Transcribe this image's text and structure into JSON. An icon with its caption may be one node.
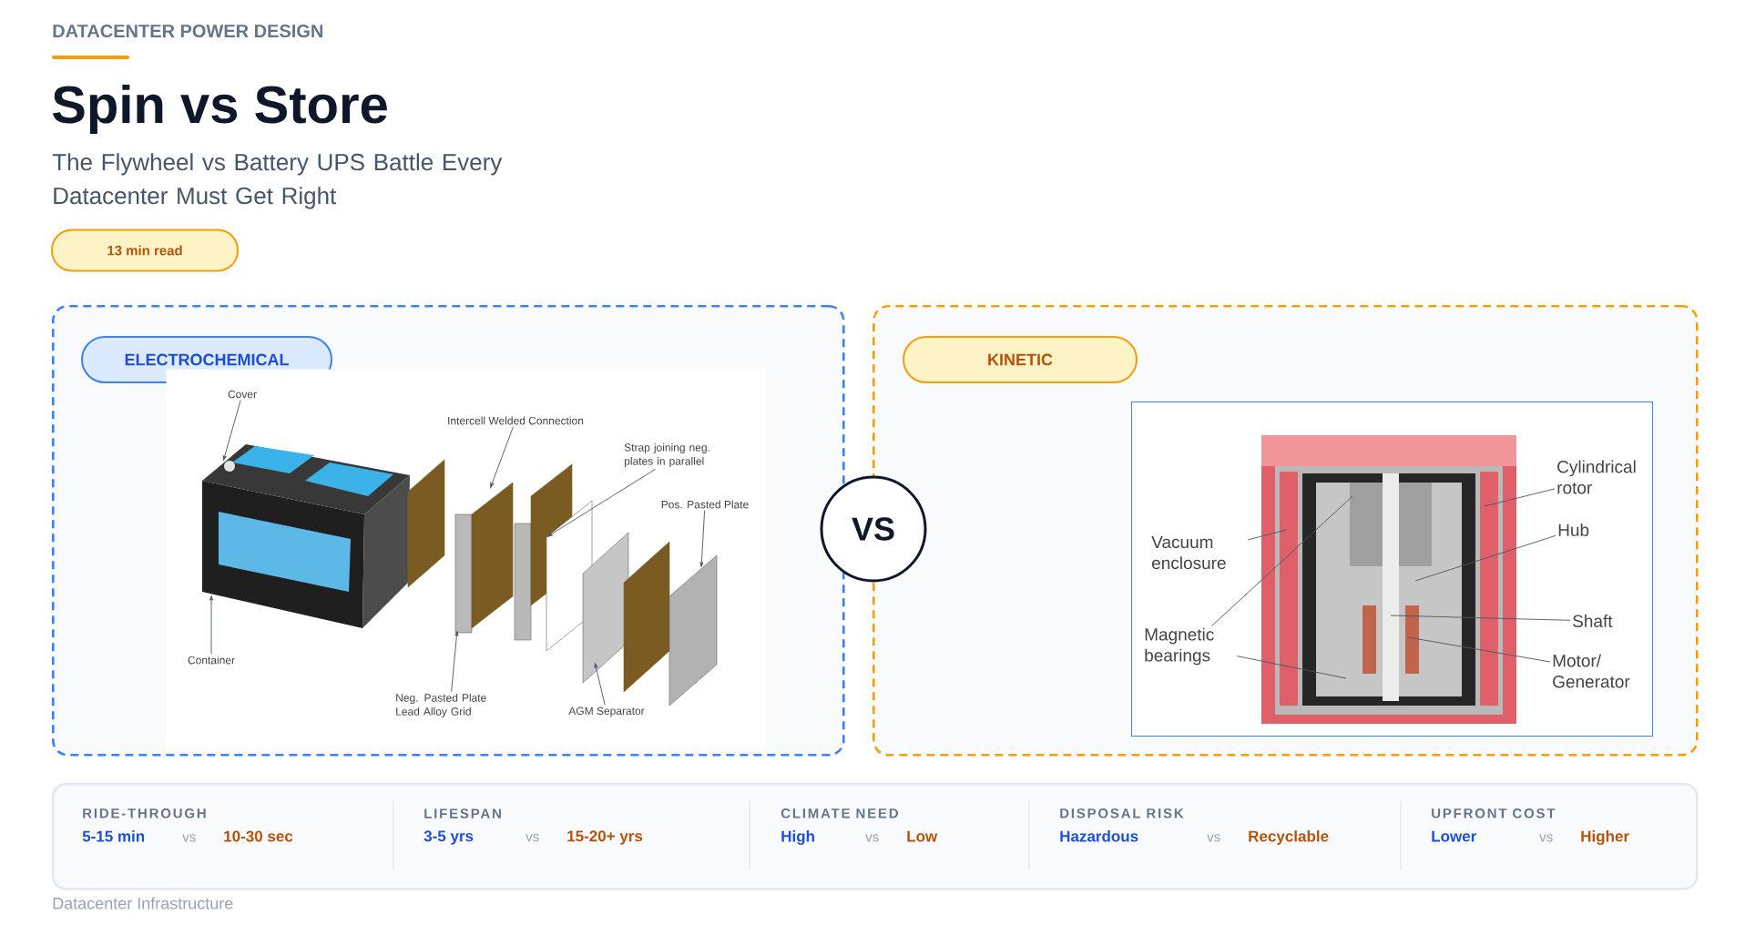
{
  "diagram": {
    "title": "Spin vs Store",
    "nodes": [
      {
        "text": [
          "13 min read"
        ]
      },
      {
        "text": [],
        "shape": "box"
      },
      {
        "text": [
          "ELECTROCHEMICAL"
        ],
        "in": 1
      },
      {
        "text": [],
        "shape": "picture",
        "in": 1
      },
      {
        "text": [
          "Cover"
        ],
        "in": 3
      },
      {
        "text": [
          "Intercell Welded Connection"
        ],
        "in": 3
      },
      {
        "text": [
          "Strap joining neg. plates in parallel"
        ],
        "in": 3
      },
      {
        "text": [
          "Pos. Pasted Plate"
        ],
        "in": 3
      },
      {
        "text": [
          "Container"
        ],
        "in": 3
      },
      {
        "text": [
          "Neg. Pasted Plate Lead Alloy Grid"
        ],
        "in": 3
      },
      {
        "text": [
          "AGM Separator"
        ],
        "in": 3
      },
      {
        "text": [
          "VS"
        ]
      },
      {
        "text": [],
        "shape": "box"
      },
      {
        "text": [
          "KINETIC"
        ],
        "in": 12
      },
      {
        "text": [],
        "shape": "picture",
        "in": 12
      },
      {
        "text": [
          "Cylindrical rotor"
        ],
        "in": 14
      },
      {
        "text": [
          "Hub"
        ],
        "in": 14
      },
      {
        "text": [
          "Vacuum enclosure"
        ],
        "in": 14
      },
      {
        "text": [
          "Shaft"
        ],
        "in": 14
      },
      {
        "text": [
          "Magnetic bearings"
        ],
        "in": 14
      },
      {
        "text": [
          "Motor/ Generator"
        ],
        "in": 14
      },
      {
        "text": [],
        "shape": "box"
      },
      {
        "text": [
          "RIDE-THROUGH",
          "5-15 min",
          "vs",
          "10-30 sec"
        ],
        "in": 21
      },
      {
        "text": [
          "LIFESPAN",
          "3-5 yrs",
          "vs",
          "15-20+ yrs"
        ],
        "in": 21
      },
      {
        "text": [
          "CLIMATE NEED",
          "High",
          "vs",
          "Low"
        ],
        "in": 21
      },
      {
        "text": [
          "DISPOSAL RISK",
          "Hazardous",
          "vs",
          "Recyclable"
        ],
        "in": 21
      },
      {
        "text": [
          "UPFRONT COST",
          "Lower",
          "vs",
          "Higher"
        ],
        "in": 21
      }
    ],
    "edges": [
      {
        "from": 4,
        "to": null,
        "arrow": "to"
      },
      {
        "from": 5,
        "to": null,
        "arrow": "to"
      },
      {
        "from": 6,
        "to": null,
        "arrow": "to"
      },
      {
        "from": 7,
        "to": null,
        "arrow": "to"
      },
      {
        "from": 8,
        "to": null,
        "arrow": "to"
      },
      {
        "from": 9,
        "to": null,
        "arrow": "to"
      },
      {
        "from": 10,
        "to": null,
        "arrow": "to"
      },
      {
        "from": 15,
        "to": null,
        "arrow": "none"
      },
      {
        "from": 16,
        "to": null,
        "arrow": "none"
      },
      {
        "from": 17,
        "to": null,
        "arrow": "none"
      },
      {
        "from": 18,
        "to": null,
        "arrow": "none"
      },
      {
        "from": 19,
        "to": null,
        "arrow": "none"
      },
      {
        "from": 19,
        "to": null,
        "arrow": "none"
      },
      {
        "from": 20,
        "to": null,
        "arrow": "none"
      }
    ],
    "labels": [
      "DATACENTER POWER DESIGN",
      "The Flywheel vs Battery UPS Battle Every Datacenter Must Get Right",
      "Datacenter Infrastructure"
    ]
  }
}
